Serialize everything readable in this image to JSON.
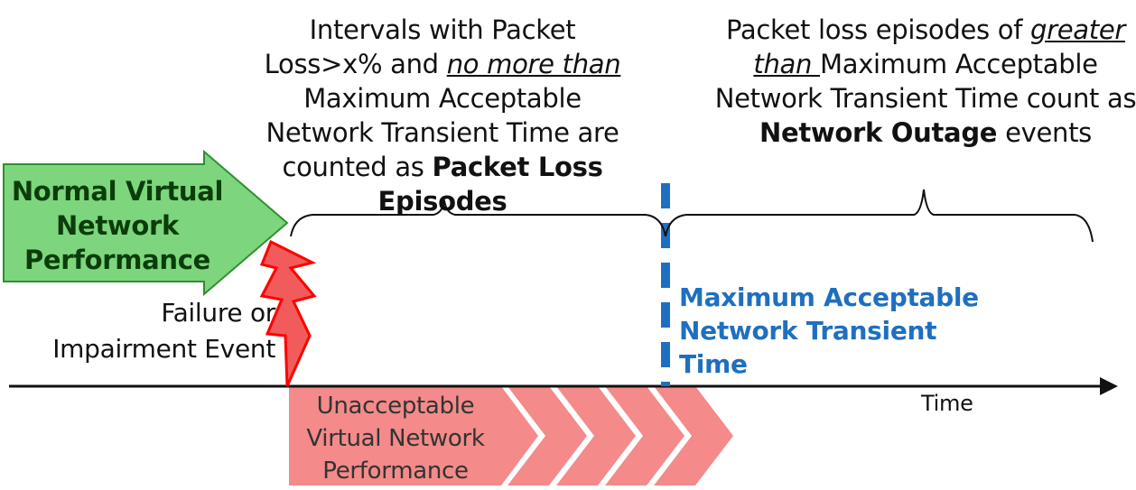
{
  "notes": {
    "packet_loss": {
      "line1": "Intervals with Packet",
      "line2_pre": "Loss>x% and ",
      "line2_emph": "no more than",
      "line3": "Maximum Acceptable",
      "line4": "Network Transient Time are",
      "line5_pre": "counted as ",
      "line5_bold": "Packet Loss",
      "line6_bold": "Episodes"
    },
    "outage": {
      "line1_pre": "Packet loss episodes of ",
      "line1_emph": "greater",
      "line2_emph": "than ",
      "line2_post": "Maximum Acceptable",
      "line3": "Network Transient Time count as",
      "line4_bold": "Network Outage",
      "line4_post": " events"
    }
  },
  "normal_performance": {
    "line1": "Normal Virtual",
    "line2": "Network",
    "line3": "Performance"
  },
  "failure_event": {
    "line1": "Failure or",
    "line2": "Impairment Event"
  },
  "max_transient": {
    "line1": "Maximum Acceptable",
    "line2": "Network Transient",
    "line3": "Time"
  },
  "timeline": {
    "axis_label": "Time"
  },
  "unacceptable": {
    "line1": "Unacceptable",
    "line2": "Virtual Network",
    "line3": "Performance"
  },
  "colors": {
    "normal_arrow_fill": "#7dd67d",
    "normal_arrow_stroke": "#2f8f2f",
    "lightning_fill": "#f25b5b",
    "lightning_stroke": "#ff0000",
    "chevron_fill": "#f48a8a",
    "threshold_line": "#1f6fc0",
    "axis": "#111111"
  }
}
